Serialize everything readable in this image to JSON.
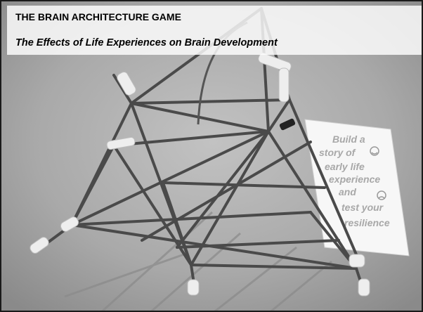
{
  "slide": {
    "title": "THE BRAIN ARCHITECTURE GAME",
    "subtitle": "The Effects of Life Experiences on Brain Development"
  },
  "photo": {
    "card": {
      "lines": [
        "Build a",
        "story of",
        "early life",
        "experience",
        "and",
        "test your",
        "resilience"
      ]
    }
  },
  "colors": {
    "background": "#a6a6a6",
    "straw": "#4a4a4a",
    "card": "#f7f7f7",
    "text": "#000000"
  }
}
